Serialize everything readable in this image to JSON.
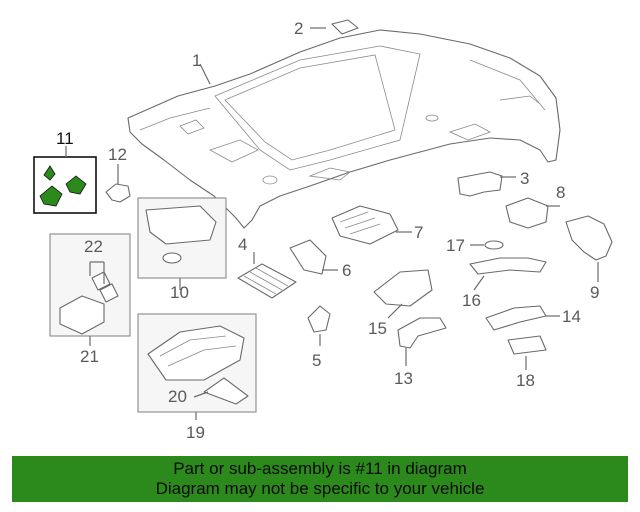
{
  "diagram": {
    "callouts": [
      "1",
      "2",
      "3",
      "4",
      "5",
      "6",
      "7",
      "8",
      "9",
      "10",
      "11",
      "12",
      "13",
      "14",
      "15",
      "16",
      "17",
      "18",
      "19",
      "20",
      "21",
      "22"
    ],
    "highlight_part": "11",
    "highlight_color": "#2b8a1b",
    "part_color": "#ffffff",
    "line_color": "#6a6a6a"
  },
  "banner": {
    "line1": "Part or sub-assembly is #11 in diagram",
    "line2": "Diagram may not be specific to your vehicle",
    "background": "#2b8a1b"
  }
}
